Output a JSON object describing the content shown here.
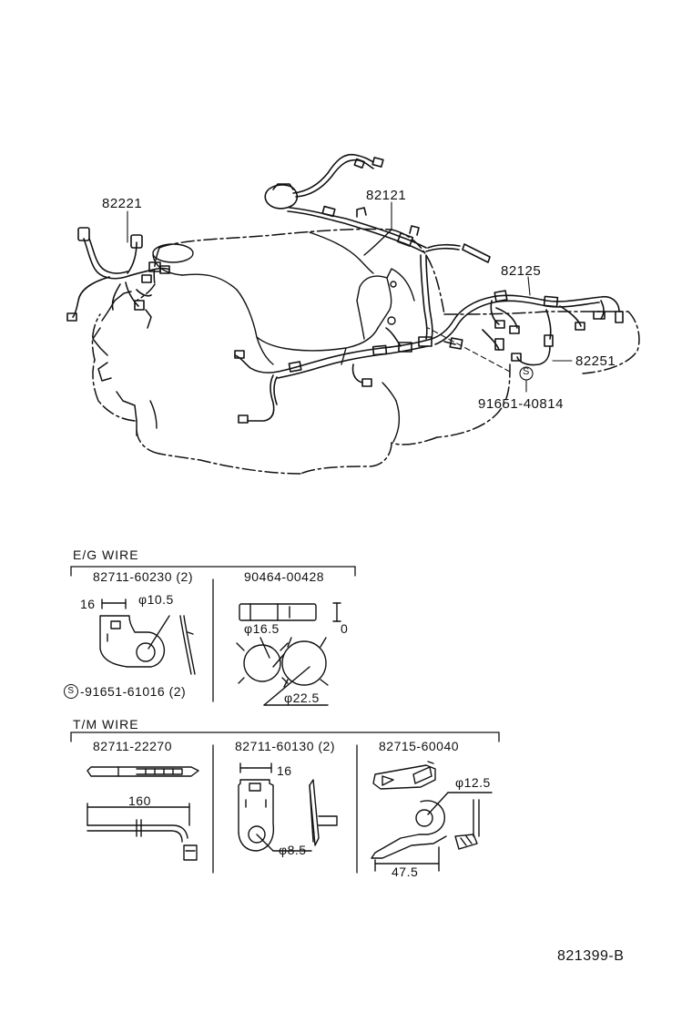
{
  "main_callouts": {
    "p82221": "82221",
    "p82121": "82121",
    "p82125": "82125",
    "p82251": "82251",
    "bolt_symbol": "S",
    "p91651_40814": "91651-40814"
  },
  "eg_wire": {
    "title": "E/G WIRE",
    "clamp_part": "82711-60230 (2)",
    "clamp_dim_width": "16",
    "clamp_dim_hole": "φ10.5",
    "bolt_symbol": "S",
    "bolt_part": "-91651-61016 (2)",
    "grommet_part": "90464-00428",
    "grommet_dim_small": "φ16.5",
    "grommet_dim_large": "φ22.5",
    "grommet_dim_side": "0"
  },
  "tm_wire": {
    "title": "T/M WIRE",
    "tie_part": "82711-22270",
    "tie_dim_length": "160",
    "clamp_part": "82711-60130 (2)",
    "clamp_dim_width": "16",
    "clamp_dim_hole": "φ8.5",
    "bracket_part": "82715-60040",
    "bracket_dim_hole": "φ12.5",
    "bracket_dim_length": "47.5"
  },
  "footer": {
    "diagram_code": "821399-B"
  }
}
